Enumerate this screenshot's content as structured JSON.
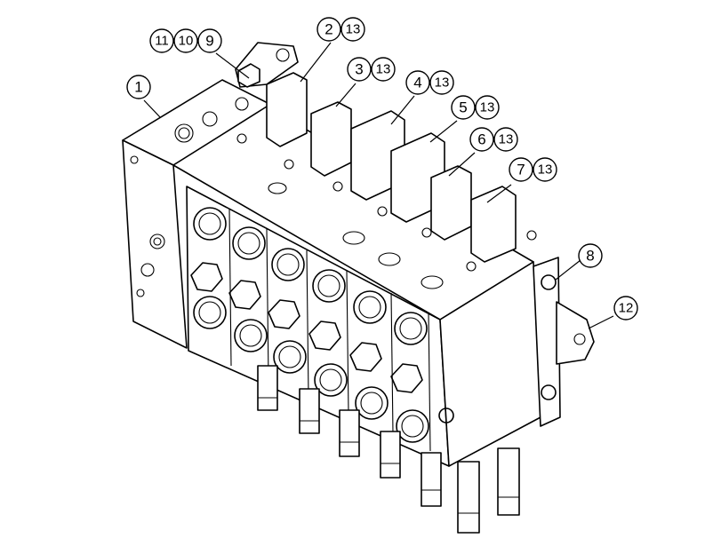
{
  "callouts": {
    "c1": "1",
    "c2": "2",
    "c3": "3",
    "c4": "4",
    "c5": "5",
    "c6": "6",
    "c7": "7",
    "c8": "8",
    "c9": "9",
    "c10": "10",
    "c11": "11",
    "c12": "12",
    "c13a": "13",
    "c13b": "13",
    "c13c": "13",
    "c13d": "13",
    "c13e": "13",
    "c13f": "13"
  }
}
